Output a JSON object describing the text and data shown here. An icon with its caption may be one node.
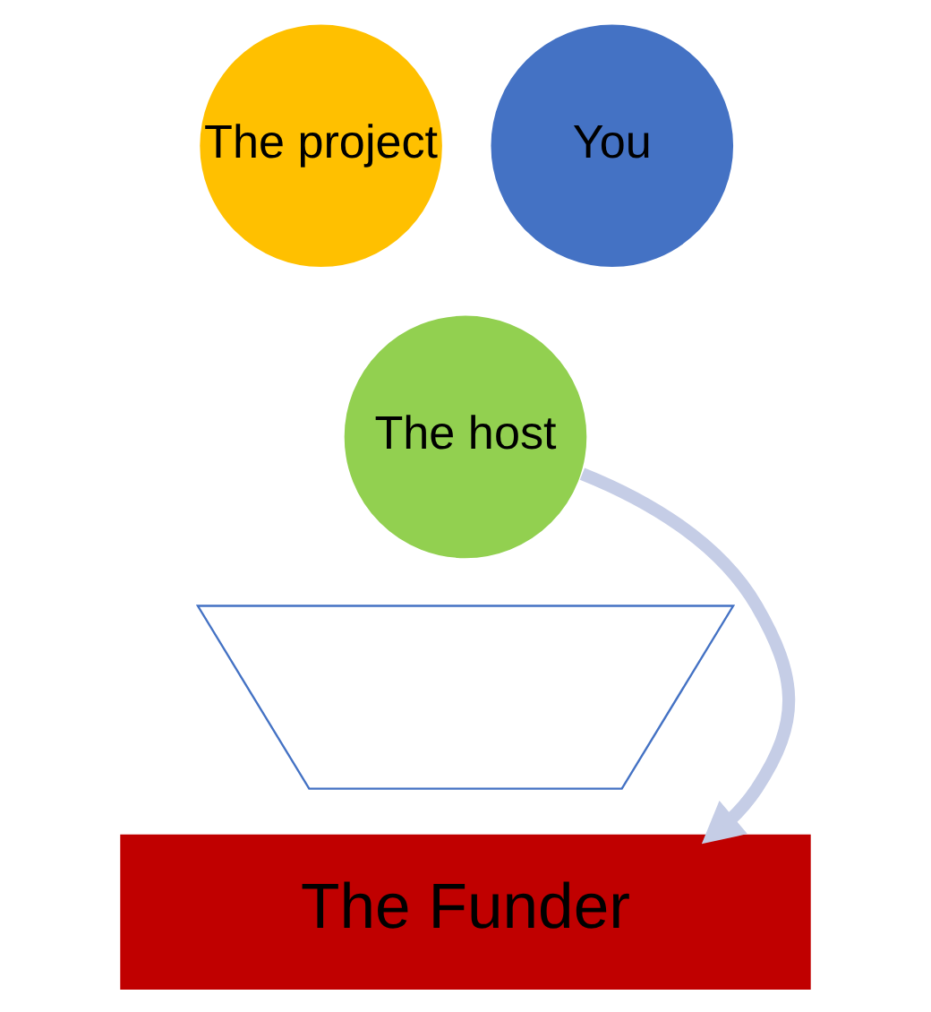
{
  "diagram": {
    "nodes": [
      {
        "text": [
          "The project"
        ]
      },
      {
        "text": [
          "You"
        ]
      },
      {
        "text": [
          "The host"
        ]
      },
      {
        "text": [],
        "shape": "funnel"
      },
      {
        "text": [
          "The Funder"
        ]
      }
    ],
    "edges": [
      {
        "from": 2,
        "to": 4,
        "arrow": "to"
      }
    ]
  }
}
